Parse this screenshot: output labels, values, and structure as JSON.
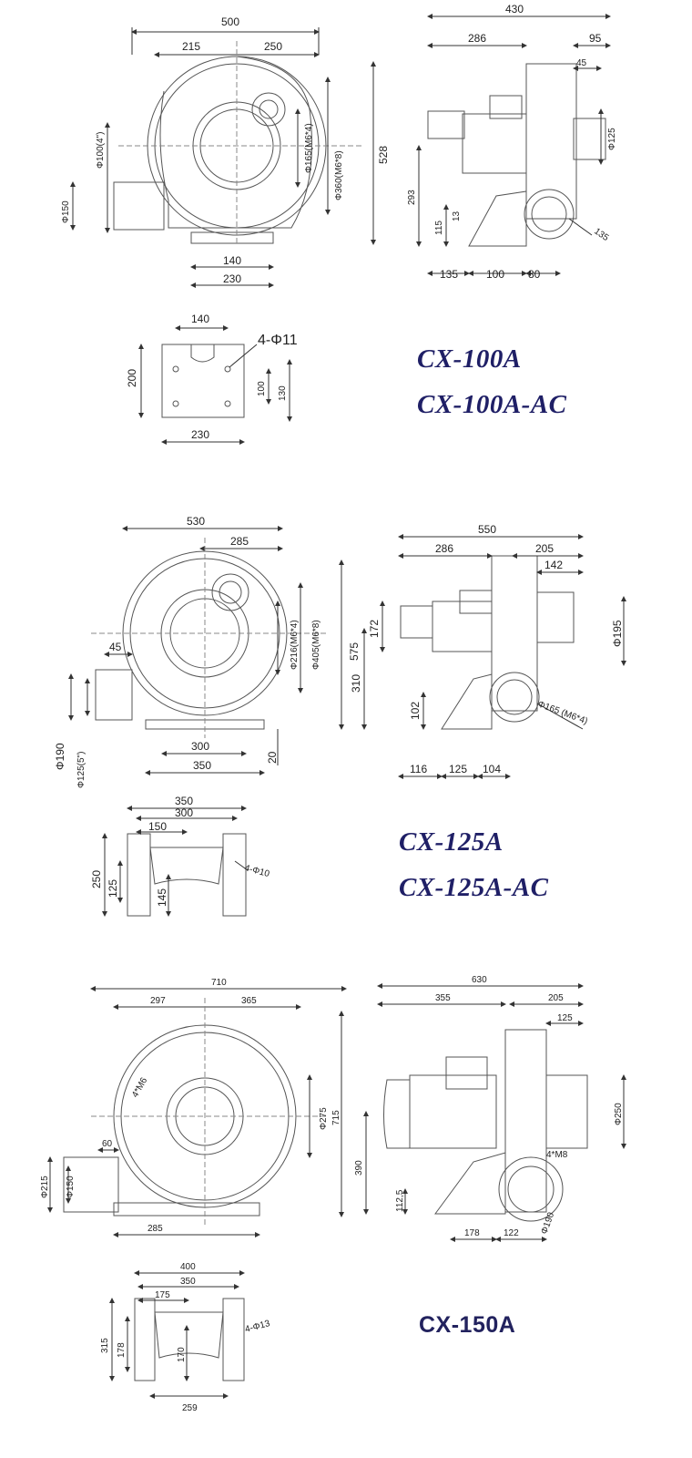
{
  "models": {
    "cx100": {
      "line1": "CX-100A",
      "line2": "CX-100A-AC"
    },
    "cx125": {
      "line1": "CX-125A",
      "line2": "CX-125A-AC"
    },
    "cx150": {
      "line1": "CX-150A"
    }
  },
  "dims": {
    "cx100": {
      "front": {
        "w500": "500",
        "w215": "215",
        "w250": "250",
        "d100": "Φ100(4\")",
        "d165": "Φ165(M6*4)",
        "d360": "Φ360(M6*8)",
        "h528": "528",
        "d150": "Φ150",
        "b140": "140",
        "b230": "230"
      },
      "side": {
        "w430": "430",
        "w286": "286",
        "w95": "95",
        "w45": "45",
        "d125": "Φ125",
        "h293": "293",
        "h13": "13",
        "h115": "115",
        "r135": "135",
        "b135": "135",
        "b100": "100",
        "b80": "80"
      },
      "base": {
        "w140": "140",
        "holes": "4-Φ11",
        "h200": "200",
        "h100": "100",
        "h130": "130",
        "w230": "230"
      }
    },
    "cx125": {
      "front": {
        "w530": "530",
        "w285": "285",
        "d216": "Φ216(M6*4)",
        "d405": "Φ405(M6*8)",
        "h575": "575",
        "w45": "45",
        "d190": "Φ190",
        "d125": "Φ125(5\")",
        "b300": "300",
        "b350": "350",
        "h20": "20"
      },
      "side": {
        "w550": "550",
        "w286": "286",
        "w205": "205",
        "w142": "142",
        "h172": "172",
        "d195": "Φ195",
        "h310": "310",
        "h102": "102",
        "d165": "Φ165 (M6*4)",
        "b116": "116",
        "b125": "125",
        "b104": "104"
      },
      "base": {
        "w350": "350",
        "w300": "300",
        "w150": "150",
        "h250": "250",
        "h125": "125",
        "h145": "145",
        "holes": "4-Φ10"
      }
    },
    "cx150": {
      "front": {
        "w710": "710",
        "w297": "297",
        "w365": "365",
        "m6": "4*M6",
        "d275": "Φ275",
        "h715": "715",
        "w60": "60",
        "d215": "Φ215",
        "d150": "Φ150",
        "b285": "285"
      },
      "side": {
        "w630": "630",
        "w355": "355",
        "w205": "205",
        "w125": "125",
        "d250": "Φ250",
        "m8": "4*M8",
        "h390": "390",
        "h112": "112,5",
        "d190": "Φ190",
        "b178": "178",
        "b122": "122"
      },
      "base": {
        "w400": "400",
        "w350": "350",
        "w175": "175",
        "h315": "315",
        "h178": "178",
        "h170": "170",
        "holes": "4-Φ13",
        "w259": "259"
      }
    }
  }
}
